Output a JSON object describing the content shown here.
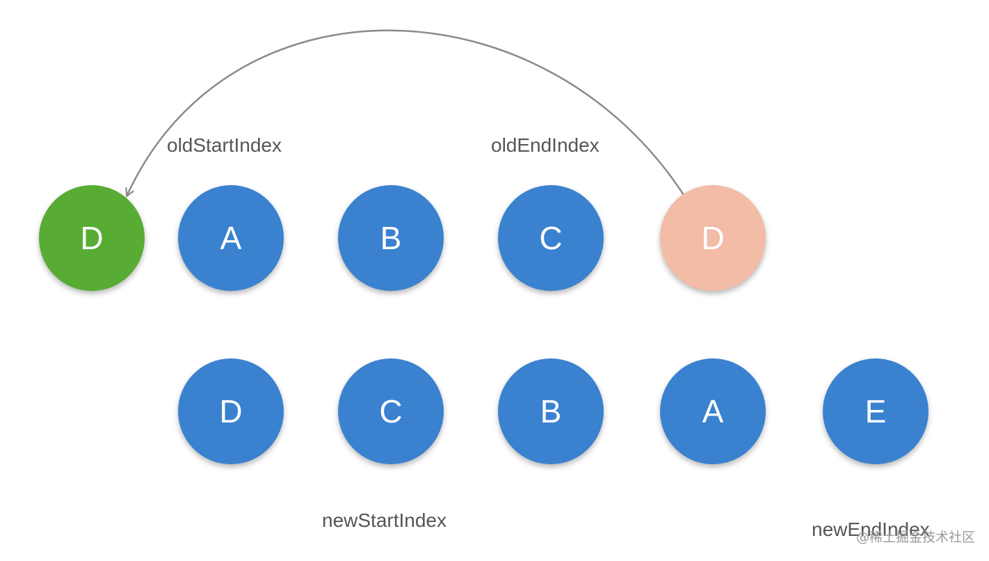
{
  "colors": {
    "node_default": "#3a82cf",
    "node_moved": "#58ac34",
    "node_original": "#f2bca7",
    "arrow": "#8a8a8a",
    "label_text": "#555555"
  },
  "old_nodes": [
    {
      "label": "D",
      "state": "moved"
    },
    {
      "label": "A",
      "state": "default"
    },
    {
      "label": "B",
      "state": "default"
    },
    {
      "label": "C",
      "state": "default"
    },
    {
      "label": "D",
      "state": "original"
    }
  ],
  "new_nodes": [
    {
      "label": "D",
      "state": "default"
    },
    {
      "label": "C",
      "state": "default"
    },
    {
      "label": "B",
      "state": "default"
    },
    {
      "label": "A",
      "state": "default"
    },
    {
      "label": "E",
      "state": "default"
    }
  ],
  "pointers": {
    "old_start": "oldStartIndex",
    "old_end": "oldEndIndex",
    "new_start": "newStartIndex",
    "new_end": "newEndIndex"
  },
  "arrow": {
    "from": "old_nodes.4",
    "to": "old_nodes.0"
  },
  "watermark": "@稀土掘金技术社区"
}
